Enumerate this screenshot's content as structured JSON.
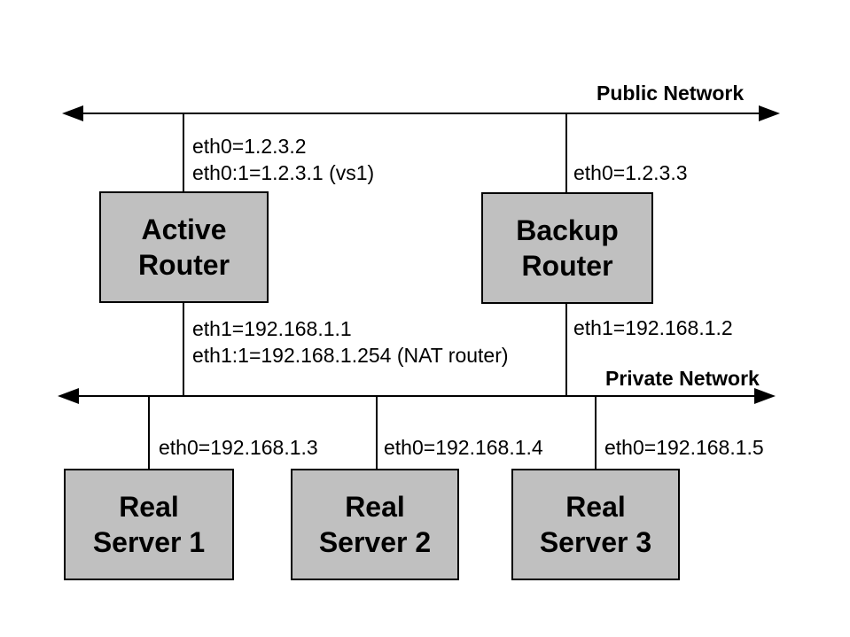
{
  "colors": {
    "background": "#ffffff",
    "line": "#000000",
    "box_fill": "#c0c0c0",
    "box_border": "#000000"
  },
  "network_labels": {
    "public": "Public Network",
    "private": "Private Network"
  },
  "boxes": {
    "active_router": {
      "line1": "Active",
      "line2": "Router"
    },
    "backup_router": {
      "line1": "Backup",
      "line2": "Router"
    },
    "real_server_1": {
      "line1": "Real",
      "line2": "Server 1"
    },
    "real_server_2": {
      "line1": "Real",
      "line2": "Server 2"
    },
    "real_server_3": {
      "line1": "Real",
      "line2": "Server 3"
    }
  },
  "interfaces": {
    "active_eth0": "eth0=1.2.3.2",
    "active_eth0_alias": "eth0:1=1.2.3.1 (vs1)",
    "backup_eth0": "eth0=1.2.3.3",
    "active_eth1": "eth1=192.168.1.1",
    "active_eth1_alias": "eth1:1=192.168.1.254 (NAT router)",
    "backup_eth1": "eth1=192.168.1.2",
    "real_server_1_eth0": "eth0=192.168.1.3",
    "real_server_2_eth0": "eth0=192.168.1.4",
    "real_server_3_eth0": "eth0=192.168.1.5"
  }
}
